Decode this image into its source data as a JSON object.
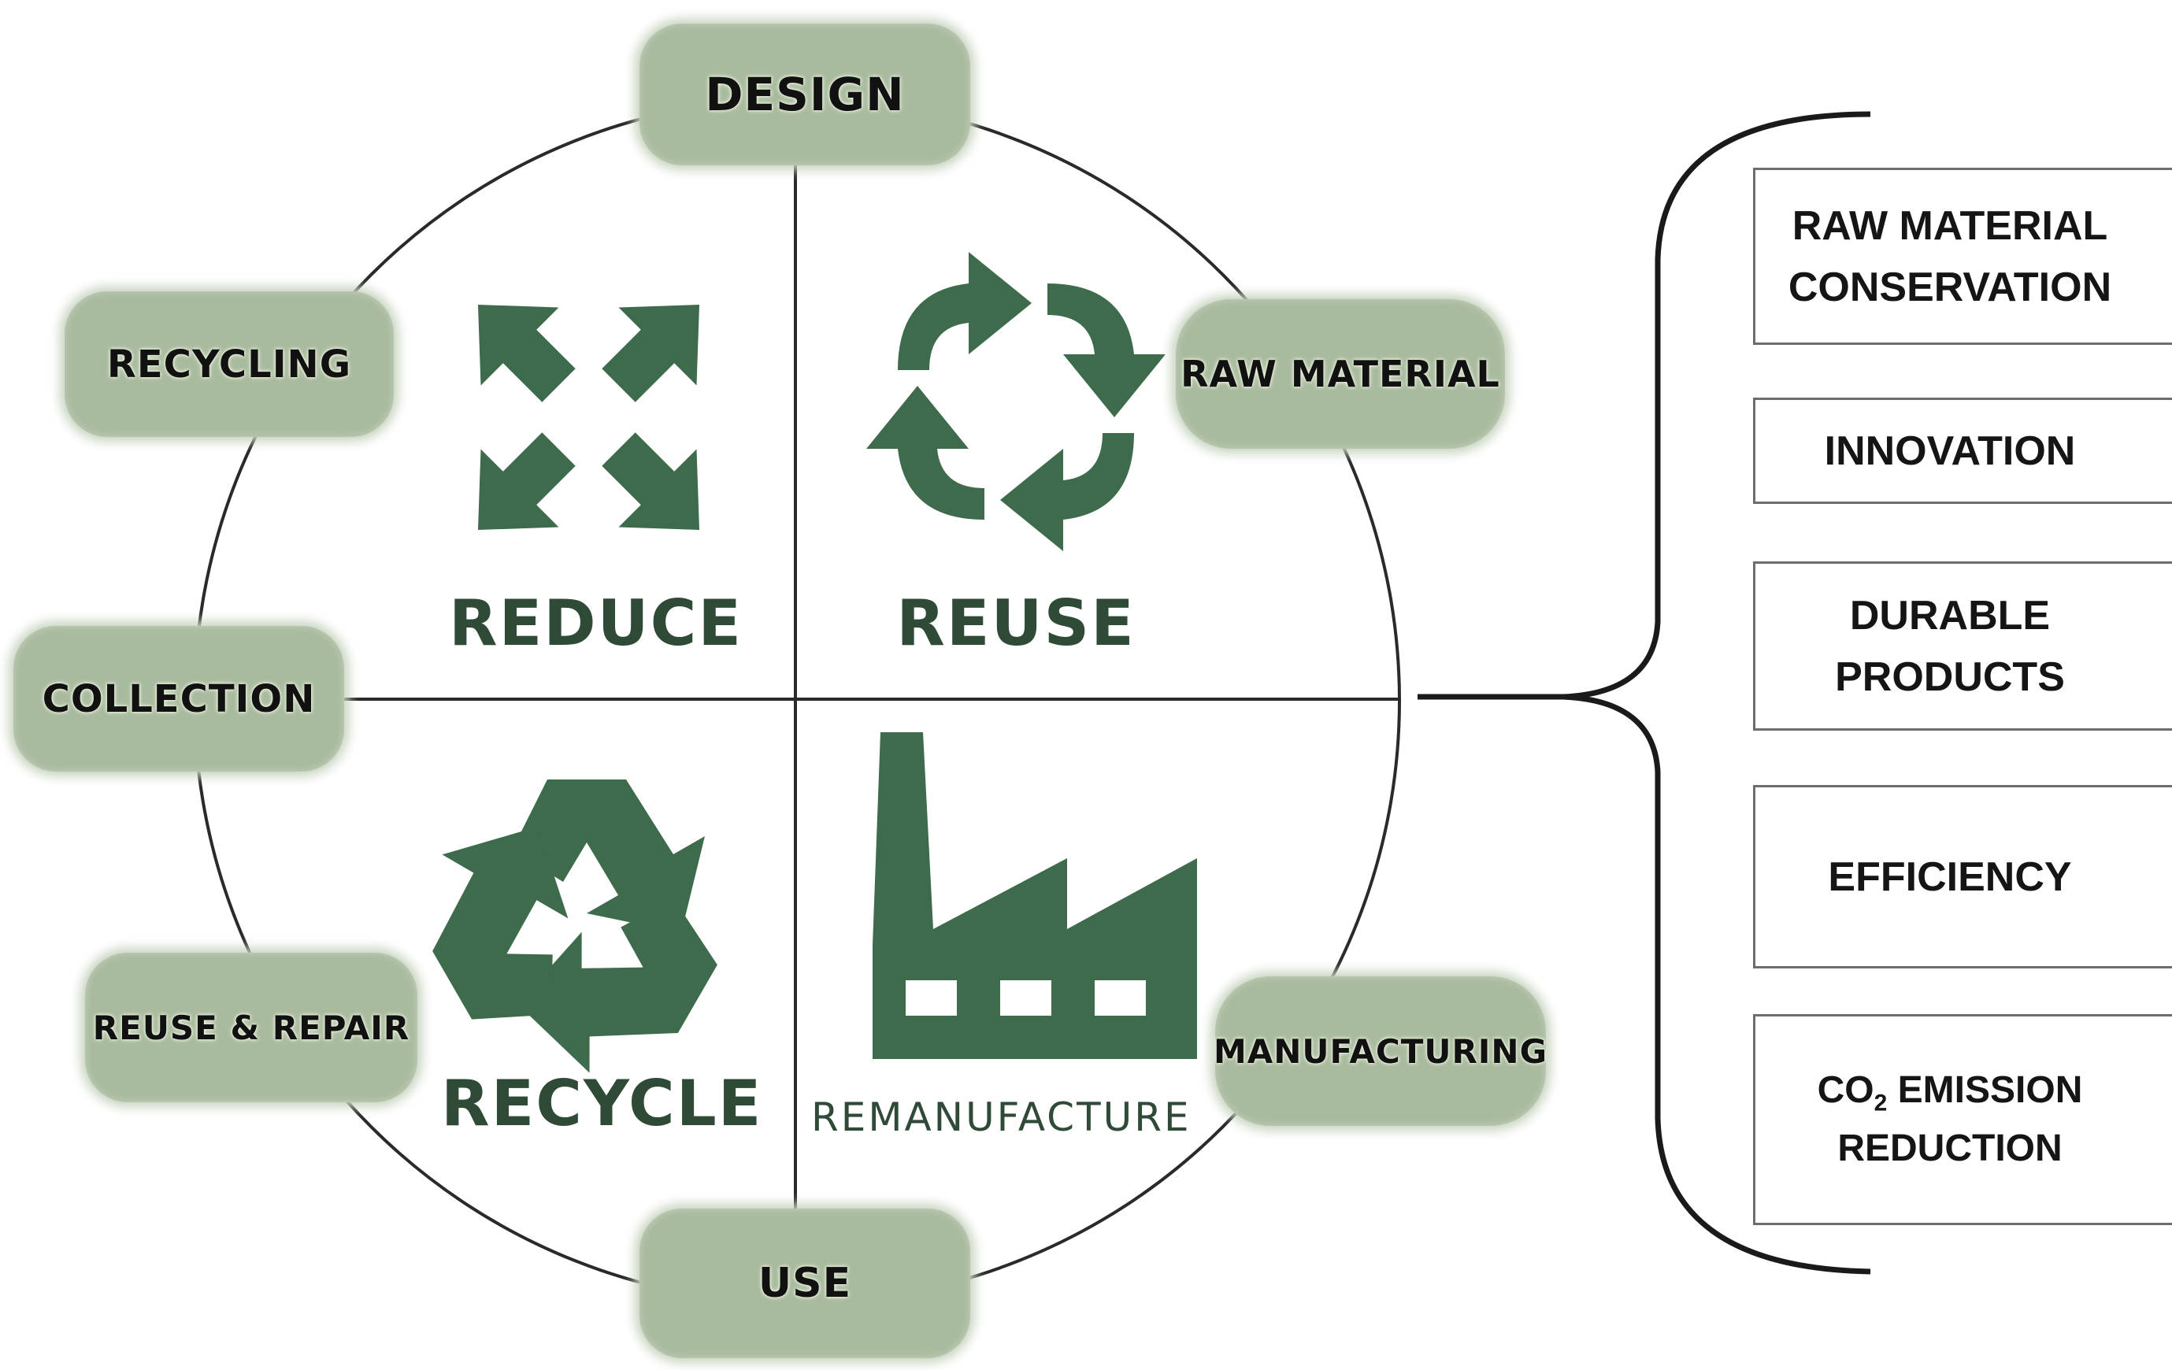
{
  "cycle_stages": {
    "design": "DESIGN",
    "raw_material": "RAW MATERIAL",
    "manufacturing": "MANUFACTURING",
    "use": "USE",
    "reuse_repair": "REUSE & REPAIR",
    "collection": "COLLECTION",
    "recycling": "RECYCLING"
  },
  "quadrants": {
    "reduce": "REDUCE",
    "reuse": "REUSE",
    "recycle": "RECYCLE",
    "remanufacture": "REMANUFACTURE"
  },
  "benefits": [
    {
      "label": "RAW MATERIAL\nCONSERVATION"
    },
    {
      "label": "INNOVATION"
    },
    {
      "label": "DURABLE\nPRODUCTS"
    },
    {
      "label": "EFFICIENCY"
    },
    {
      "label_prefix": "CO",
      "label_subscript": "2",
      "label_suffix": " EMISSION\nREDUCTION"
    }
  ],
  "colors": {
    "icon_green": "#3e6b4b",
    "pill_fill": "#a9bb9f",
    "pill_glow": "#c7d4bf",
    "line": "#2a2a2a"
  }
}
